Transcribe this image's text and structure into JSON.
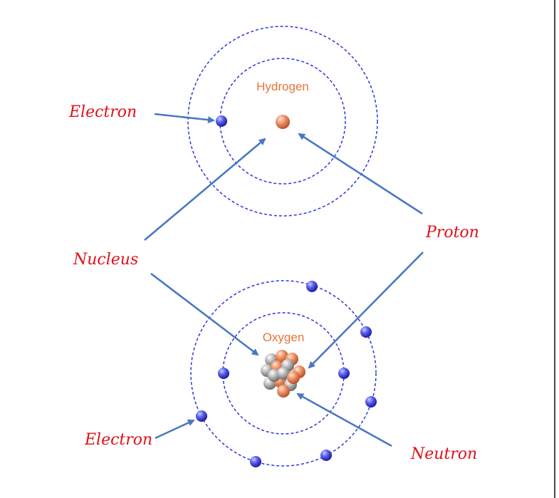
{
  "labels": {
    "hydrogen": "Hydrogen",
    "oxygen": "Oxygen",
    "electron_top": "Electron",
    "nucleus": "Nucleus",
    "proton": "Proton",
    "electron_bottom": "Electron",
    "neutron": "Neutron"
  },
  "colors": {
    "label_red": "#e0101a",
    "atom_label_orange": "#e8743a",
    "orbit_blue": "#2b34e0",
    "arrow_blue": "#4a78c0",
    "electron_blue": "#3b3fd6",
    "proton_orange": "#e8845a",
    "neutron_gray": "#9a9a9a"
  }
}
